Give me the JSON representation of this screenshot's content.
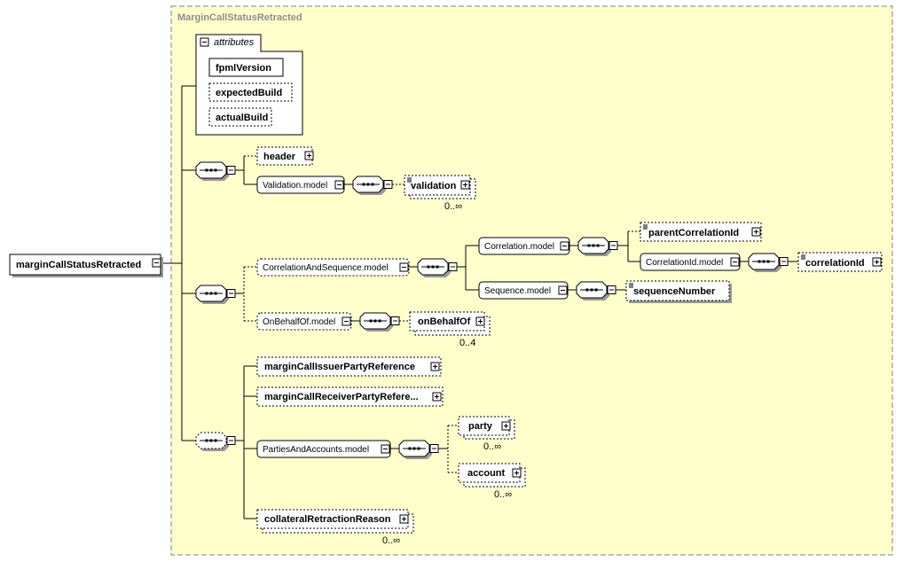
{
  "complex_type": {
    "title": "MarginCallStatusRetracted"
  },
  "root_element": {
    "label": "marginCallStatusRetracted"
  },
  "attributes": {
    "title": "attributes",
    "items": [
      "fpmlVersion",
      "expectedBuild",
      "actualBuild"
    ]
  },
  "elements": {
    "header": "header",
    "validation_model": "Validation.model",
    "validation": "validation",
    "validation_card": "0..∞",
    "correlation_and_sequence_model": "CorrelationAndSequence.model",
    "correlation_model": "Correlation.model",
    "parent_correlation_id": "parentCorrelationId",
    "correlation_id_model": "CorrelationId.model",
    "correlation_id": "correlationId",
    "sequence_model": "Sequence.model",
    "sequence_number": "sequenceNumber",
    "on_behalf_of_model": "OnBehalfOf.model",
    "on_behalf_of": "onBehalfOf",
    "on_behalf_of_card": "0..4",
    "issuer_party_reference": "marginCallIssuerPartyReference",
    "receiver_party_reference": "marginCallReceiverPartyRefere...",
    "parties_and_accounts_model": "PartiesAndAccounts.model",
    "party": "party",
    "party_card": "0..∞",
    "account": "account",
    "account_card": "0..∞",
    "collateral_retraction_reason": "collateralRetractionReason",
    "collateral_retraction_reason_card": "0..∞"
  }
}
